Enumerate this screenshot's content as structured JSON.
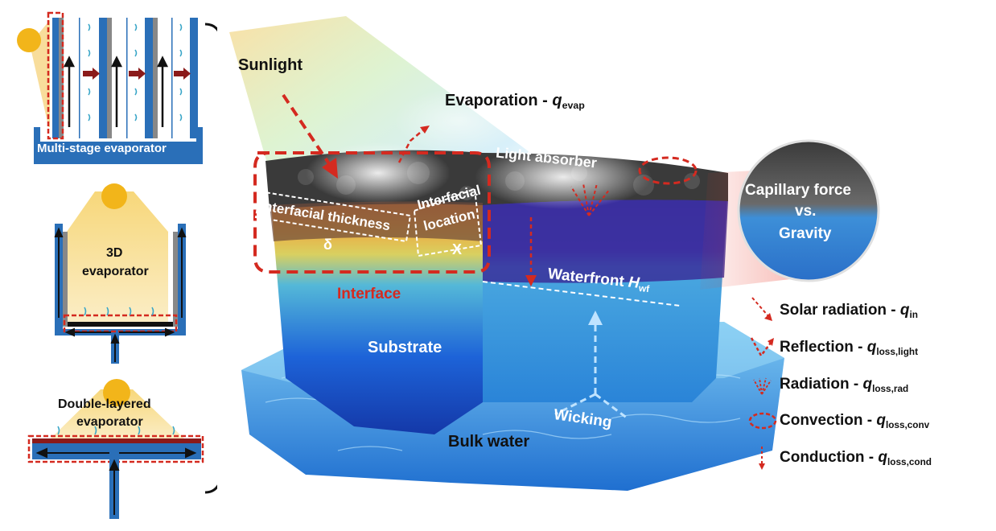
{
  "left_panels": {
    "multi_stage": "Multi-stage evaporator",
    "threeD_line1": "3D",
    "threeD_line2": "evaporator",
    "double_line1": "Double-layered",
    "double_line2": "evaporator"
  },
  "main": {
    "sunlight": "Sunlight",
    "evaporation": "Evaporation - ",
    "evaporation_q": "q",
    "evaporation_sub": "evap",
    "light_absorber": "Light absorber",
    "interfacial_thickness": "Interfacial thickness",
    "delta": "δ",
    "interfacial_location_1": "Interfacial",
    "interfacial_location_2": "location",
    "x": "X",
    "interface": "Interface",
    "waterfront": "Waterfront ",
    "waterfront_h": "H",
    "waterfront_sub": "wf",
    "substrate": "Substrate",
    "wicking": "Wicking",
    "bulk_water": "Bulk water",
    "capillary_1": "Capillary force",
    "capillary_2": "vs.",
    "capillary_3": "Gravity"
  },
  "legend": [
    {
      "label": "Solar radiation - ",
      "q": "q",
      "sub": "in"
    },
    {
      "label": "Reflection - ",
      "q": "q",
      "sub": "loss,light"
    },
    {
      "label": "Radiation - ",
      "q": "q",
      "sub": "loss,rad"
    },
    {
      "label": "Convection - ",
      "q": "q",
      "sub": "loss,conv"
    },
    {
      "label": "Conduction - ",
      "q": "q",
      "sub": "loss,cond"
    }
  ],
  "colors": {
    "accent_red": "#d42a20",
    "water_blue": "#2a7fd4",
    "sun_yellow": "#f2b51a",
    "arrow_dark": "#1a1a1a"
  }
}
